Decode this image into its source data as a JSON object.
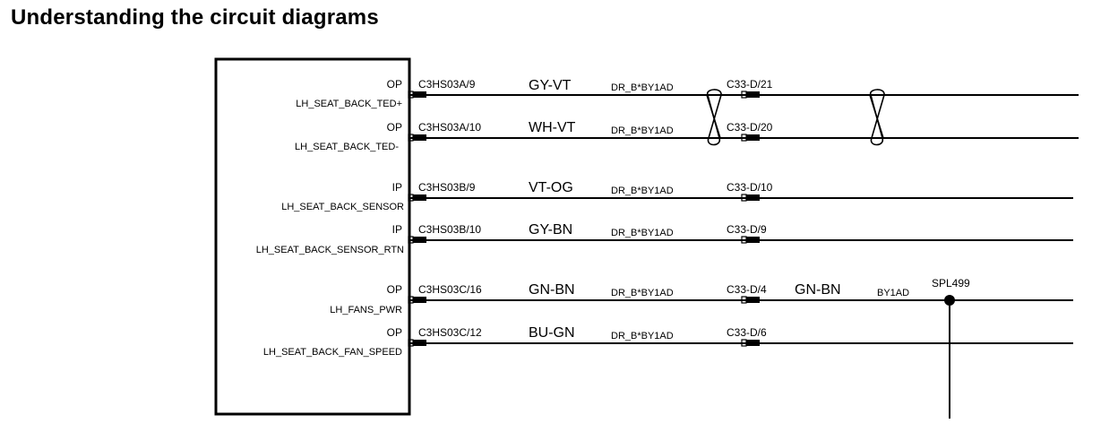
{
  "title": "Understanding the circuit diagrams",
  "rows": [
    {
      "io": "OP",
      "signal": "LH_SEAT_BACK_TED+",
      "connector": "C3HS03A/9",
      "wire_color": "GY-VT",
      "circuit": "DR_B*BY1AD",
      "inline_connector": "C33-D/21",
      "twisted": true
    },
    {
      "io": "OP",
      "signal": "LH_SEAT_BACK_TED-",
      "connector": "C3HS03A/10",
      "wire_color": "WH-VT",
      "circuit": "DR_B*BY1AD",
      "inline_connector": "C33-D/20",
      "twisted": true
    },
    {
      "io": "IP",
      "signal": "LH_SEAT_BACK_SENSOR",
      "connector": "C3HS03B/9",
      "wire_color": "VT-OG",
      "circuit": "DR_B*BY1AD",
      "inline_connector": "C33-D/10",
      "twisted": false
    },
    {
      "io": "IP",
      "signal": "LH_SEAT_BACK_SENSOR_RTN",
      "connector": "C3HS03B/10",
      "wire_color": "GY-BN",
      "circuit": "DR_B*BY1AD",
      "inline_connector": "C33-D/9",
      "twisted": false
    },
    {
      "io": "OP",
      "signal": "LH_FANS_PWR",
      "connector": "C3HS03C/16",
      "wire_color": "GN-BN",
      "circuit": "DR_B*BY1AD",
      "inline_connector": "C33-D/4",
      "twisted": false
    },
    {
      "io": "OP",
      "signal": "LH_SEAT_BACK_FAN_SPEED",
      "connector": "C3HS03C/12",
      "wire_color": "BU-GN",
      "circuit": "DR_B*BY1AD",
      "inline_connector": "C33-D/6",
      "twisted": false
    }
  ],
  "splice_segment": {
    "wire_color": "GN-BN",
    "circuit": "BY1AD",
    "splice": "SPL499"
  }
}
